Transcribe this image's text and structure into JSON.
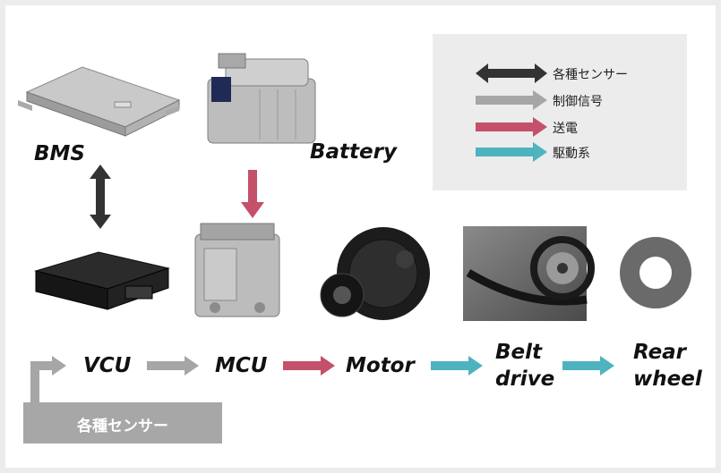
{
  "components": {
    "bms": "BMS",
    "battery": "Battery",
    "vcu": "VCU",
    "mcu": "MCU",
    "motor": "Motor",
    "belt_drive_line1": "Belt",
    "belt_drive_line2": "drive",
    "rear_wheel_line1": "Rear",
    "rear_wheel_line2": "wheel"
  },
  "sensor_box": {
    "label": "各種センサー"
  },
  "legend": {
    "items": [
      {
        "label": "各種センサー",
        "color": "#333333",
        "style": "double-arrow"
      },
      {
        "label": "制御信号",
        "color": "#a6a6a6",
        "style": "arrow"
      },
      {
        "label": "送電",
        "color": "#c4506a",
        "style": "arrow"
      },
      {
        "label": "駆動系",
        "color": "#4fb3bf",
        "style": "arrow"
      }
    ]
  },
  "colors": {
    "sensor": "#333333",
    "control": "#a6a6a6",
    "power": "#c4506a",
    "drive": "#4fb3bf",
    "background": "#ececec"
  },
  "images": [
    "bms-unit",
    "battery-unit",
    "vcu-unit",
    "mcu-unit",
    "motor-unit",
    "belt-drive-photo",
    "rear-wheel-ring"
  ]
}
